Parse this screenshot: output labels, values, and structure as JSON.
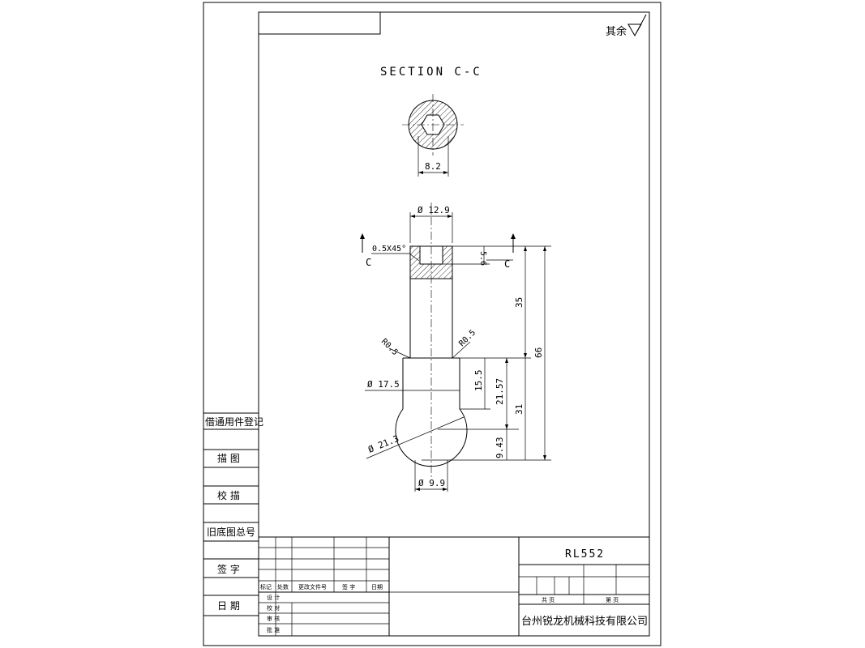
{
  "corner_roughness": "其余",
  "section_title": "SECTION C-C",
  "hex_width": "8.2",
  "dims": {
    "top_diameter": "Ø 12.9",
    "chamfer": "0.5X45°",
    "section_letter": "C",
    "bore_depth": "5.6",
    "upper_length": "35",
    "total_length": "66",
    "fillet_left": "R0.5",
    "fillet_right": "R0.5",
    "collar_diameter": "Ø 17.5",
    "collar_height": "15.5",
    "collar_to_center": "21.57",
    "lower_length": "31",
    "ball_diameter": "Ø 21.3",
    "ball_center_to_bottom": "9.43",
    "neck_diameter": "Ø 9.9"
  },
  "side_labels": [
    "借通用件登记",
    "描 图",
    "校 描",
    "旧底图总号",
    "签 字",
    "日 期"
  ],
  "revision_headers": [
    "标记",
    "处数",
    "更改文件号",
    "签 字",
    "日期"
  ],
  "approval_labels": [
    "设 计",
    "校 对",
    "审 核",
    "批 准"
  ],
  "title_block": {
    "drawing_no": "RL552",
    "total_sheets_label": "共 页",
    "sheet_label": "第 页",
    "company": "台州锐龙机械科技有限公司"
  }
}
